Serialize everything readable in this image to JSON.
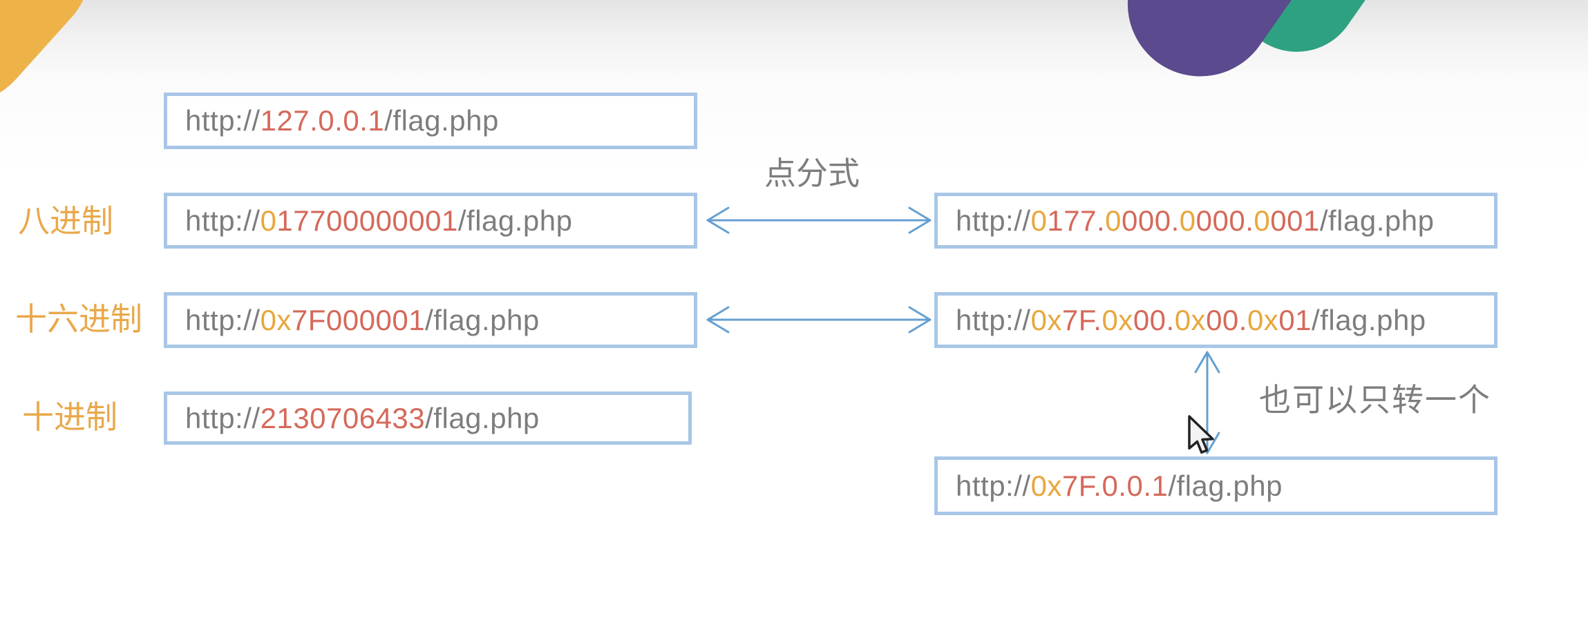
{
  "colors": {
    "gray_text": "#7d7d7d",
    "red_text": "#d5695a",
    "yellow_text": "#e8a73c",
    "label_orange": "#e9a84a",
    "box_border": "#a8c6e6",
    "arrow_blue": "#649fd0",
    "blob_purple": "#5b4a8e",
    "blob_green": "#2ea183",
    "blob_yellow": "#eeb348",
    "blob_yellow_dark": "#d9a138",
    "bg_top": "#e4e4e4",
    "bg_bottom": "#ffffff"
  },
  "slide": {
    "row_labels": [
      {
        "text": "八进制"
      },
      {
        "text": "十六进制"
      },
      {
        "text": "十进制"
      }
    ],
    "annotations": {
      "dotted": "点分式",
      "convert_one": "也可以只转一个"
    },
    "urls": {
      "base": [
        {
          "t": "http://",
          "c": "gray"
        },
        {
          "t": "127.0.0.1",
          "c": "red"
        },
        {
          "t": "/flag.php",
          "c": "gray"
        }
      ],
      "octal_single": [
        {
          "t": "http://",
          "c": "gray"
        },
        {
          "t": "0",
          "c": "yellow"
        },
        {
          "t": "17700000001",
          "c": "red"
        },
        {
          "t": "/flag.php",
          "c": "gray"
        }
      ],
      "octal_dotted": [
        {
          "t": "http://",
          "c": "gray"
        },
        {
          "t": "0",
          "c": "yellow"
        },
        {
          "t": "177",
          "c": "red"
        },
        {
          "t": ".",
          "c": "red"
        },
        {
          "t": "0",
          "c": "yellow"
        },
        {
          "t": "000",
          "c": "red"
        },
        {
          "t": ".",
          "c": "red"
        },
        {
          "t": "0",
          "c": "yellow"
        },
        {
          "t": "000",
          "c": "red"
        },
        {
          "t": ".",
          "c": "red"
        },
        {
          "t": "0",
          "c": "yellow"
        },
        {
          "t": "001",
          "c": "red"
        },
        {
          "t": "/flag.php",
          "c": "gray"
        }
      ],
      "hex_single": [
        {
          "t": "http://",
          "c": "gray"
        },
        {
          "t": "0x",
          "c": "yellow"
        },
        {
          "t": "7F000001",
          "c": "red"
        },
        {
          "t": "/flag.php",
          "c": "gray"
        }
      ],
      "hex_dotted": [
        {
          "t": "http://",
          "c": "gray"
        },
        {
          "t": "0x",
          "c": "yellow"
        },
        {
          "t": "7F",
          "c": "red"
        },
        {
          "t": ".",
          "c": "red"
        },
        {
          "t": "0x",
          "c": "yellow"
        },
        {
          "t": "00",
          "c": "red"
        },
        {
          "t": ".",
          "c": "red"
        },
        {
          "t": "0x",
          "c": "yellow"
        },
        {
          "t": "00",
          "c": "red"
        },
        {
          "t": ".",
          "c": "red"
        },
        {
          "t": "0x",
          "c": "yellow"
        },
        {
          "t": "01",
          "c": "red"
        },
        {
          "t": "/flag.php",
          "c": "gray"
        }
      ],
      "decimal_single": [
        {
          "t": "http://",
          "c": "gray"
        },
        {
          "t": "2130706433",
          "c": "red"
        },
        {
          "t": "/flag.php",
          "c": "gray"
        }
      ],
      "hex_partial": [
        {
          "t": "http://",
          "c": "gray"
        },
        {
          "t": "0x",
          "c": "yellow"
        },
        {
          "t": "7F.0.0.1",
          "c": "red"
        },
        {
          "t": "/flag.php",
          "c": "gray"
        }
      ]
    },
    "icons": {
      "mouse_cursor": "arrow-pointer"
    }
  }
}
